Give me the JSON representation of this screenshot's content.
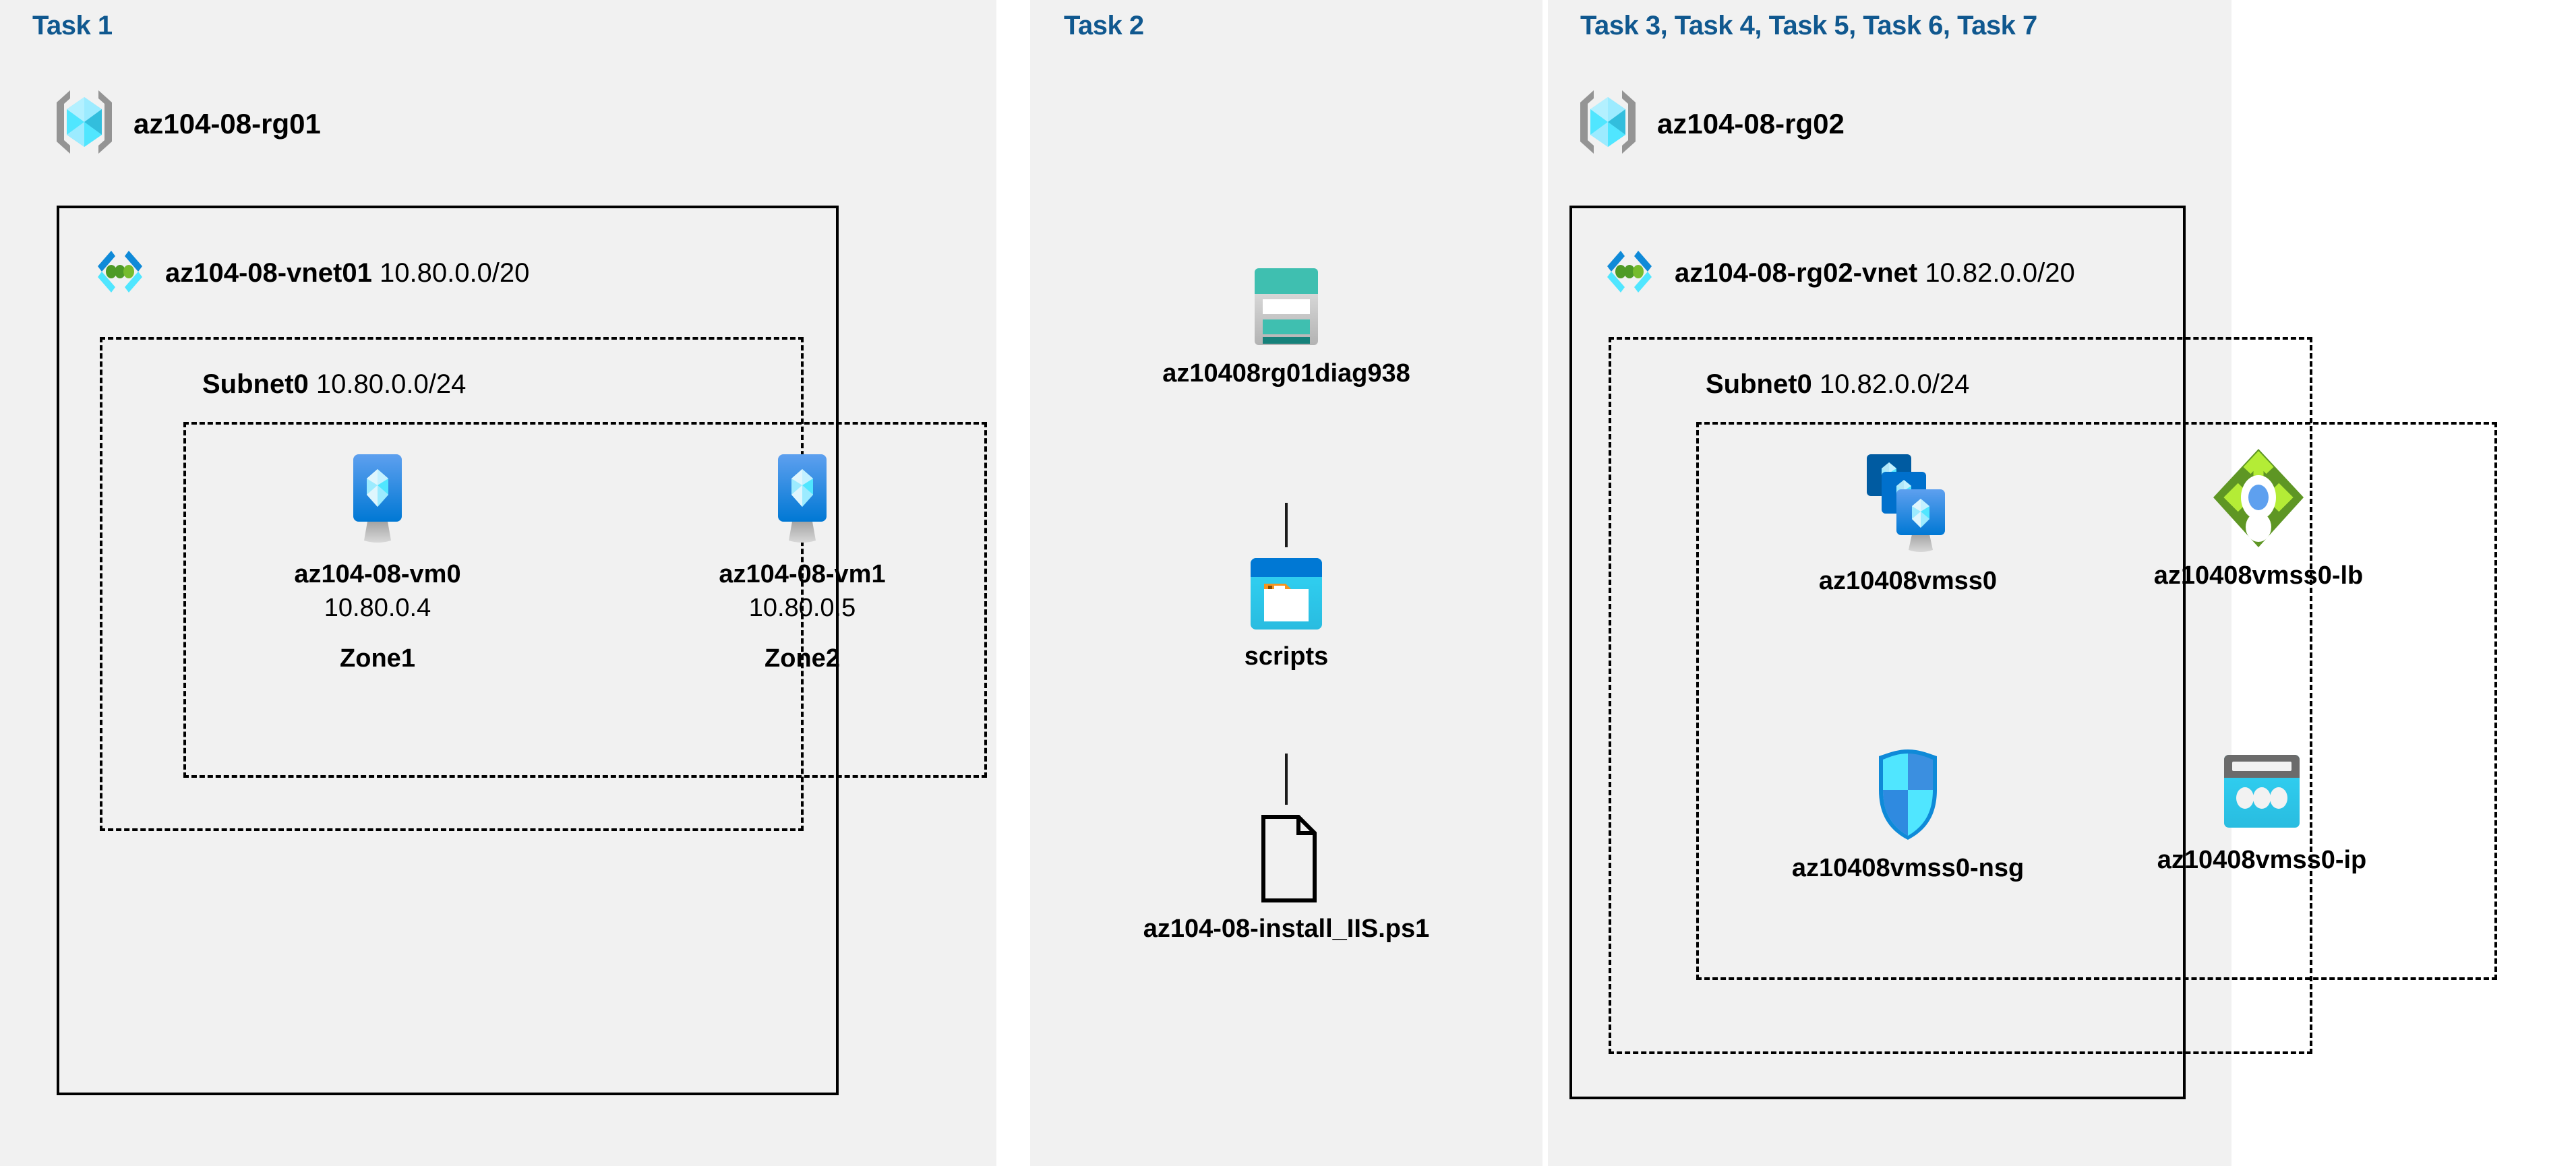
{
  "panels": {
    "task1": {
      "title": "Task 1"
    },
    "task2": {
      "title": "Task 2"
    },
    "task3": {
      "title": "Task 3, Task 4, Task 5, Task 6, Task 7"
    }
  },
  "colors": {
    "task_title": "#10588f",
    "panel_bg": "#f1f1f1",
    "page_bg": "#ffffff",
    "border": "#000000",
    "azure_blue": "#0078d4",
    "cyan": "#32bedd",
    "light_cyan": "#9cebff",
    "green_dot": "#5e9624",
    "teal": "#3fbfb0",
    "dark_teal": "#16817a",
    "lb_green": "#76bc2d",
    "lb_green_dark": "#5e9624",
    "orange": "#f7941e",
    "gray": "#949494"
  },
  "task1": {
    "resource_group": {
      "name": "az104-08-rg01",
      "icon": "resource-group-icon"
    },
    "vnet": {
      "name": "az104-08-vnet01",
      "cidr": "10.80.0.0/20",
      "icon": "virtual-network-icon"
    },
    "subnet": {
      "name": "Subnet0",
      "cidr": "10.80.0.0/24"
    },
    "vms": [
      {
        "name": "az104-08-vm0",
        "ip": "10.80.0.4",
        "zone": "Zone1",
        "icon": "virtual-machine-icon"
      },
      {
        "name": "az104-08-vm1",
        "ip": "10.80.0.5",
        "zone": "Zone2",
        "icon": "virtual-machine-icon"
      }
    ]
  },
  "task2": {
    "nodes": [
      {
        "name": "az10408rg01diag938",
        "icon": "storage-account-icon"
      },
      {
        "name": "scripts",
        "icon": "blob-container-icon"
      },
      {
        "name": "az104-08-install_IIS.ps1",
        "icon": "file-icon"
      }
    ]
  },
  "task3": {
    "resource_group": {
      "name": "az104-08-rg02",
      "icon": "resource-group-icon"
    },
    "vnet": {
      "name": "az104-08-rg02-vnet",
      "cidr": "10.82.0.0/20",
      "icon": "virtual-network-icon"
    },
    "subnet": {
      "name": "Subnet0",
      "cidr": "10.82.0.0/24"
    },
    "resources": [
      {
        "name": "az10408vmss0",
        "icon": "vm-scale-set-icon"
      },
      {
        "name": "az10408vmss0-lb",
        "icon": "load-balancer-icon"
      },
      {
        "name": "az10408vmss0-nsg",
        "icon": "network-security-group-icon"
      },
      {
        "name": "az10408vmss0-ip",
        "icon": "public-ip-address-icon"
      }
    ]
  }
}
